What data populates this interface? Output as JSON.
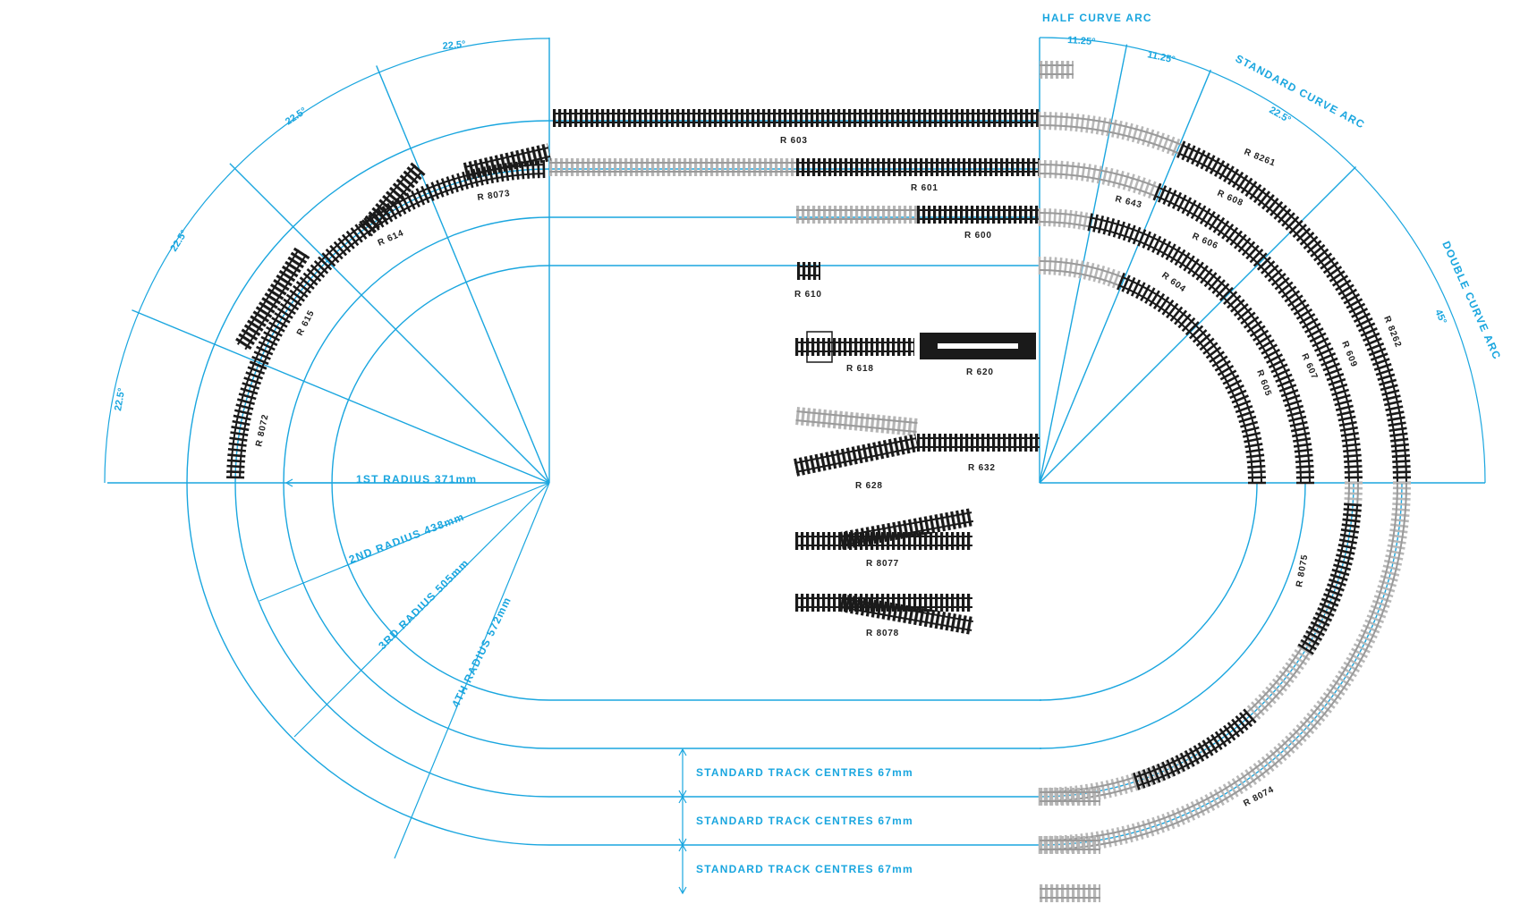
{
  "colors": {
    "guide": "#1aa6df",
    "track_dark": "#1a1a1a",
    "track_grey": "#a9a9a9"
  },
  "arc_labels": {
    "half_curve": "HALF CURVE ARC",
    "standard_curve": "STANDARD CURVE ARC",
    "double_curve": "DOUBLE CURVE ARC"
  },
  "angles": {
    "left": [
      "22.5°",
      "22.5°",
      "22.5°",
      "22.5°"
    ],
    "right_half_1": "11.25°",
    "right_half_2": "11.25°",
    "right_standard": "22.5°",
    "right_double": "45°"
  },
  "radii": {
    "r1": "1ST RADIUS 371mm",
    "r2": "2ND RADIUS 438mm",
    "r3": "3RD RADIUS 505mm",
    "r4": "4TH RADIUS 572mm"
  },
  "track_centres": [
    "STANDARD TRACK CENTRES 67mm",
    "STANDARD TRACK CENTRES 67mm",
    "STANDARD TRACK CENTRES 67mm"
  ],
  "codes": {
    "r603": "R 603",
    "r601": "R 601",
    "r600": "R 600",
    "r610": "R 610",
    "r618": "R 618",
    "r620": "R 620",
    "r628": "R 628",
    "r632": "R 632",
    "r8077": "R 8077",
    "r8078": "R 8078",
    "r8073": "R 8073",
    "r614": "R 614",
    "r615": "R 615",
    "r8072": "R 8072",
    "r643": "R 643",
    "r606": "R 606",
    "r604": "R 604",
    "r608": "R 608",
    "r8261": "R 8261",
    "r8262": "R 8262",
    "r605": "R 605",
    "r607": "R 607",
    "r609": "R 609",
    "r8075": "R 8075",
    "r8074": "R 8074"
  }
}
